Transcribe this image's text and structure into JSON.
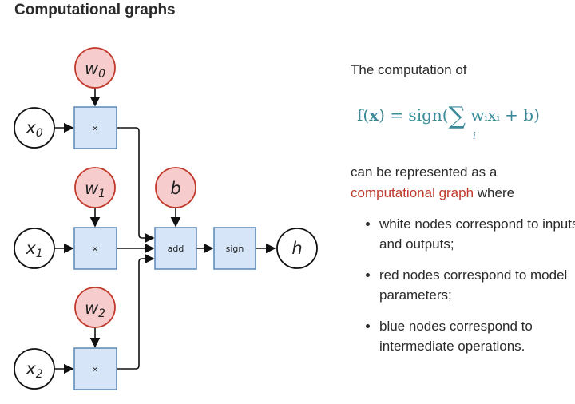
{
  "title": "Computational graphs",
  "graph": {
    "inputs": [
      {
        "base": "x",
        "sub": "0"
      },
      {
        "base": "x",
        "sub": "1"
      },
      {
        "base": "x",
        "sub": "2"
      }
    ],
    "params": [
      {
        "base": "w",
        "sub": "0"
      },
      {
        "base": "w",
        "sub": "1"
      },
      {
        "base": "w",
        "sub": "2"
      }
    ],
    "bias": "b",
    "mul_label": "×",
    "add_label": "add",
    "sign_label": "sign",
    "output": "h",
    "colors": {
      "param_fill": "#f6cccc",
      "param_stroke": "#c0392b",
      "op_fill": "#d6e6f8",
      "op_stroke": "#5b87b5"
    }
  },
  "text": {
    "intro": "The computation of",
    "formula": {
      "lhs": "f(",
      "bold_x": "x",
      "rhs": ") = sign(",
      "sum": "∑",
      "terms": " wᵢxᵢ + b)",
      "sum_index": "i"
    },
    "line1": "can be represented as a",
    "highlight": "computational graph",
    "line2_rest": " where",
    "bullets": [
      "white nodes correspond to inputs and outputs;",
      "red nodes correspond to model parameters;",
      "blue nodes correspond to intermediate operations."
    ]
  }
}
